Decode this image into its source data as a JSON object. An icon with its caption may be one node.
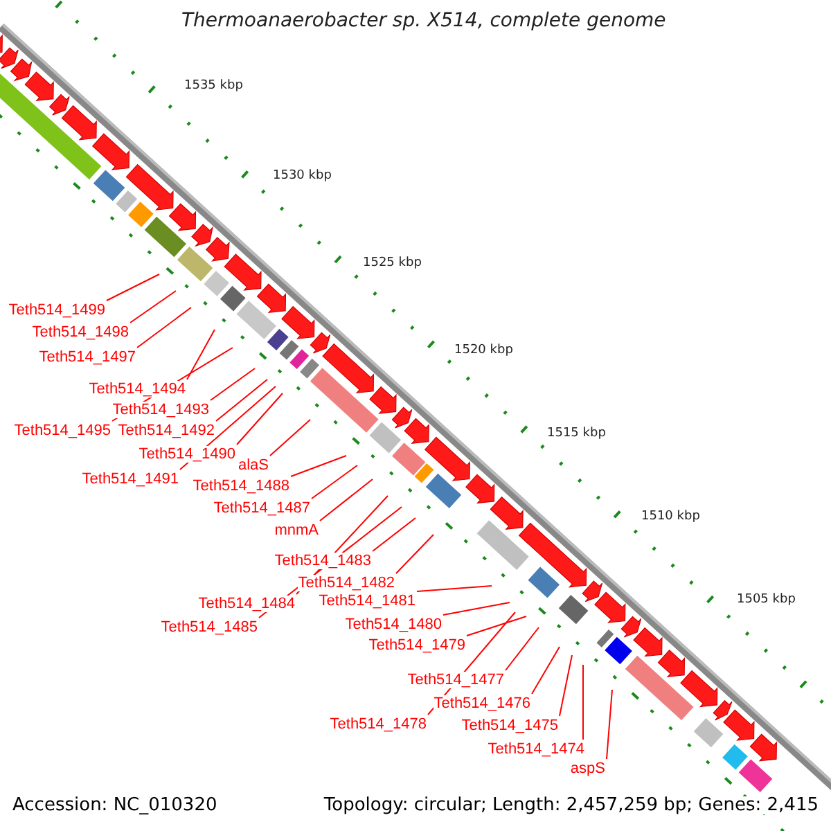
{
  "diagram": {
    "title": "Thermoanaerobacter sp. X514, complete genome",
    "nodes": [
      {
        "text": [
          "Teth514_1499"
        ]
      },
      {
        "text": [
          "Teth514_1498"
        ]
      },
      {
        "text": [
          "Teth514_1497"
        ]
      },
      {
        "text": [
          "Teth514_1494"
        ]
      },
      {
        "text": [
          "Teth514_1493"
        ]
      },
      {
        "text": [
          "Teth514_1495"
        ]
      },
      {
        "text": [
          "Teth514_1492"
        ]
      },
      {
        "text": [
          "Teth514_1490"
        ]
      },
      {
        "text": [
          "alaS"
        ]
      },
      {
        "text": [
          "Teth514_1491"
        ]
      },
      {
        "text": [
          "Teth514_1488"
        ]
      },
      {
        "text": [
          "Teth514_1487"
        ]
      },
      {
        "text": [
          "mnmA"
        ]
      },
      {
        "text": [
          "Teth514_1483"
        ]
      },
      {
        "text": [
          "Teth514_1482"
        ]
      },
      {
        "text": [
          "Teth514_1481"
        ]
      },
      {
        "text": [
          "Teth514_1484"
        ]
      },
      {
        "text": [
          "Teth514_1485"
        ]
      },
      {
        "text": [
          "Teth514_1480"
        ]
      },
      {
        "text": [
          "Teth514_1479"
        ]
      },
      {
        "text": [
          "Teth514_1477"
        ]
      },
      {
        "text": [
          "Teth514_1476"
        ]
      },
      {
        "text": [
          "Teth514_1478"
        ]
      },
      {
        "text": [
          "Teth514_1475"
        ]
      },
      {
        "text": [
          "Teth514_1474"
        ]
      },
      {
        "text": [
          "aspS"
        ]
      }
    ],
    "edges": [
      {
        "from": 0,
        "to": null,
        "arrow": "none"
      },
      {
        "from": 1,
        "to": null,
        "arrow": "none"
      },
      {
        "from": 2,
        "to": null,
        "arrow": "none"
      },
      {
        "from": 3,
        "to": null,
        "arrow": "none"
      },
      {
        "from": 4,
        "to": null,
        "arrow": "none"
      },
      {
        "from": 5,
        "to": null,
        "arrow": "none"
      },
      {
        "from": 6,
        "to": null,
        "arrow": "none"
      },
      {
        "from": 7,
        "to": null,
        "arrow": "none"
      },
      {
        "from": 8,
        "to": null,
        "arrow": "none"
      },
      {
        "from": 9,
        "to": null,
        "arrow": "none"
      },
      {
        "from": 10,
        "to": null,
        "arrow": "none"
      },
      {
        "from": 11,
        "to": null,
        "arrow": "none"
      },
      {
        "from": 12,
        "to": null,
        "arrow": "none"
      },
      {
        "from": 13,
        "to": null,
        "arrow": "none"
      },
      {
        "from": 14,
        "to": null,
        "arrow": "none"
      },
      {
        "from": 15,
        "to": null,
        "arrow": "none"
      },
      {
        "from": 16,
        "to": null,
        "arrow": "none"
      },
      {
        "from": 17,
        "to": null,
        "arrow": "none"
      },
      {
        "from": 18,
        "to": null,
        "arrow": "none"
      },
      {
        "from": 19,
        "to": null,
        "arrow": "none"
      },
      {
        "from": 20,
        "to": null,
        "arrow": "none"
      },
      {
        "from": 21,
        "to": null,
        "arrow": "none"
      },
      {
        "from": 22,
        "to": null,
        "arrow": "none"
      },
      {
        "from": 23,
        "to": null,
        "arrow": "none"
      },
      {
        "from": 24,
        "to": null,
        "arrow": "none"
      },
      {
        "from": 25,
        "to": null,
        "arrow": "none"
      }
    ],
    "labels": [
      "1535 kbp",
      "1530 kbp",
      "1525 kbp",
      "1520 kbp",
      "1515 kbp",
      "1510 kbp",
      "1505 kbp",
      "Accession: NC_010320",
      "Topology: circular; Length: 2,457,259 bp; Genes: 2,415"
    ]
  }
}
